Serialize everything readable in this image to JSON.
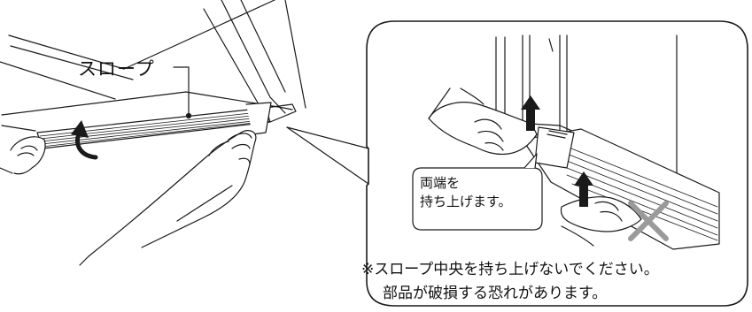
{
  "labels": {
    "slope": "スロープ",
    "callout_line1": "両端を",
    "callout_line2": "持ち上げます。"
  },
  "note": {
    "line1": "※スロープ中央を持ち上げないでください。",
    "line2": "部品が破損する恐れがあります。"
  },
  "icons": {
    "curved_arrow": "curved-arrow-icon",
    "up_arrow": "up-arrow-icon",
    "prohibition_cross": "x-mark-icon"
  },
  "colors": {
    "line": "#1a1a1a",
    "cross": "#9a9a9a",
    "background": "#ffffff"
  }
}
